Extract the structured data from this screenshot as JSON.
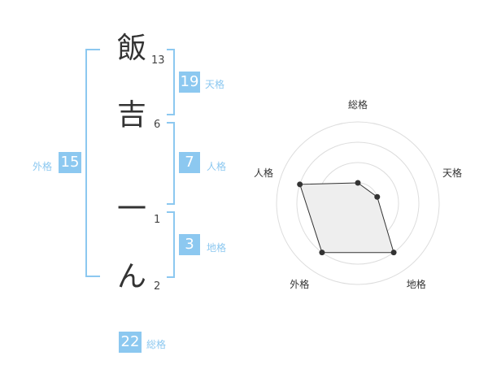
{
  "name": {
    "chars": [
      {
        "char": "飯",
        "strokes": "13"
      },
      {
        "char": "吉",
        "strokes": "6"
      },
      {
        "char": "一",
        "strokes": "1"
      },
      {
        "char": "ん",
        "strokes": "2"
      }
    ]
  },
  "scores": {
    "tenkaku": {
      "value": "19",
      "label": "天格"
    },
    "jinkaku": {
      "value": "7",
      "label": "人格"
    },
    "chikaku": {
      "value": "3",
      "label": "地格"
    },
    "gaikaku": {
      "value": "15",
      "label": "外格"
    },
    "soukaku": {
      "value": "22",
      "label": "総格"
    }
  },
  "chart_data": {
    "type": "radar",
    "axes": [
      "総格",
      "天格",
      "地格",
      "外格",
      "人格"
    ],
    "values": [
      1,
      1,
      3,
      3,
      3
    ],
    "range": [
      0,
      4
    ],
    "rings": 4
  }
}
